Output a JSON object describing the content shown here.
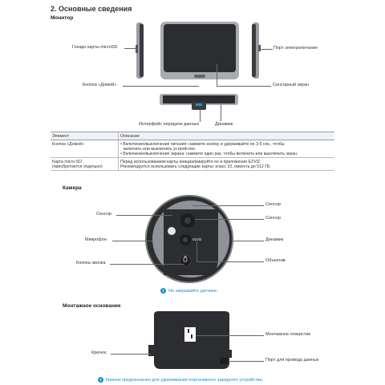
{
  "section_title": "2. Основные сведения",
  "monitor": {
    "title": "Монитор",
    "labels": {
      "microsd_slot": "Гнездо карты microSD",
      "power_port": "Порт электропитания",
      "home_button": "Кнопка «Домой»",
      "touch_screen": "Сенсорный экран",
      "data_interface": "Интерфейс передачи данных",
      "speaker": "Динамик"
    }
  },
  "table": {
    "headers": [
      "Элемент",
      "Описание"
    ],
    "rows": [
      {
        "element": "Кнопка «Домой»",
        "lines": [
          "• Включение/выключение питания: нажмите кнопку и удерживайте ее 3-5 сек., чтобы",
          "  включить или выключить устройство.",
          "• Включение/выключение экрана: нажмите один раз, чтобы включить или выключить экран."
        ]
      },
      {
        "element": "Карта micro-SD\n(приобретается отдельно)",
        "lines": [
          "Перед использованием карты инициализируйте ее в приложении EZVIZ.",
          "Рекомендуется использовать следующие карты: класс 10, емкость до 512 ГБ."
        ]
      }
    ]
  },
  "camera": {
    "title": "Камера",
    "brand": "ezviz",
    "labels": {
      "sensor_left": "Сенсор",
      "microphone": "Микрофон",
      "doorbell_button": "Кнопка звонка",
      "sensor_right_1": "Сенсор",
      "sensor_right_2": "Сенсор",
      "speaker": "Динамик",
      "lens": "Объектив"
    },
    "note": "Не закрывайте датчики."
  },
  "mount": {
    "title": "Монтажное основание",
    "labels": {
      "hook": "Крючок",
      "mounting_hole": "Монтажное отверстие",
      "cable_port": "Порт для провода данных"
    },
    "note": "Крючок предназначен для удерживания портативного зарядного устройства."
  },
  "colors": {
    "accent": "#1a8fcf",
    "device_dark": "#2b2d31",
    "device_silver": "#a8abb0"
  },
  "icons": [
    "info-icon",
    "lock-icon"
  ]
}
